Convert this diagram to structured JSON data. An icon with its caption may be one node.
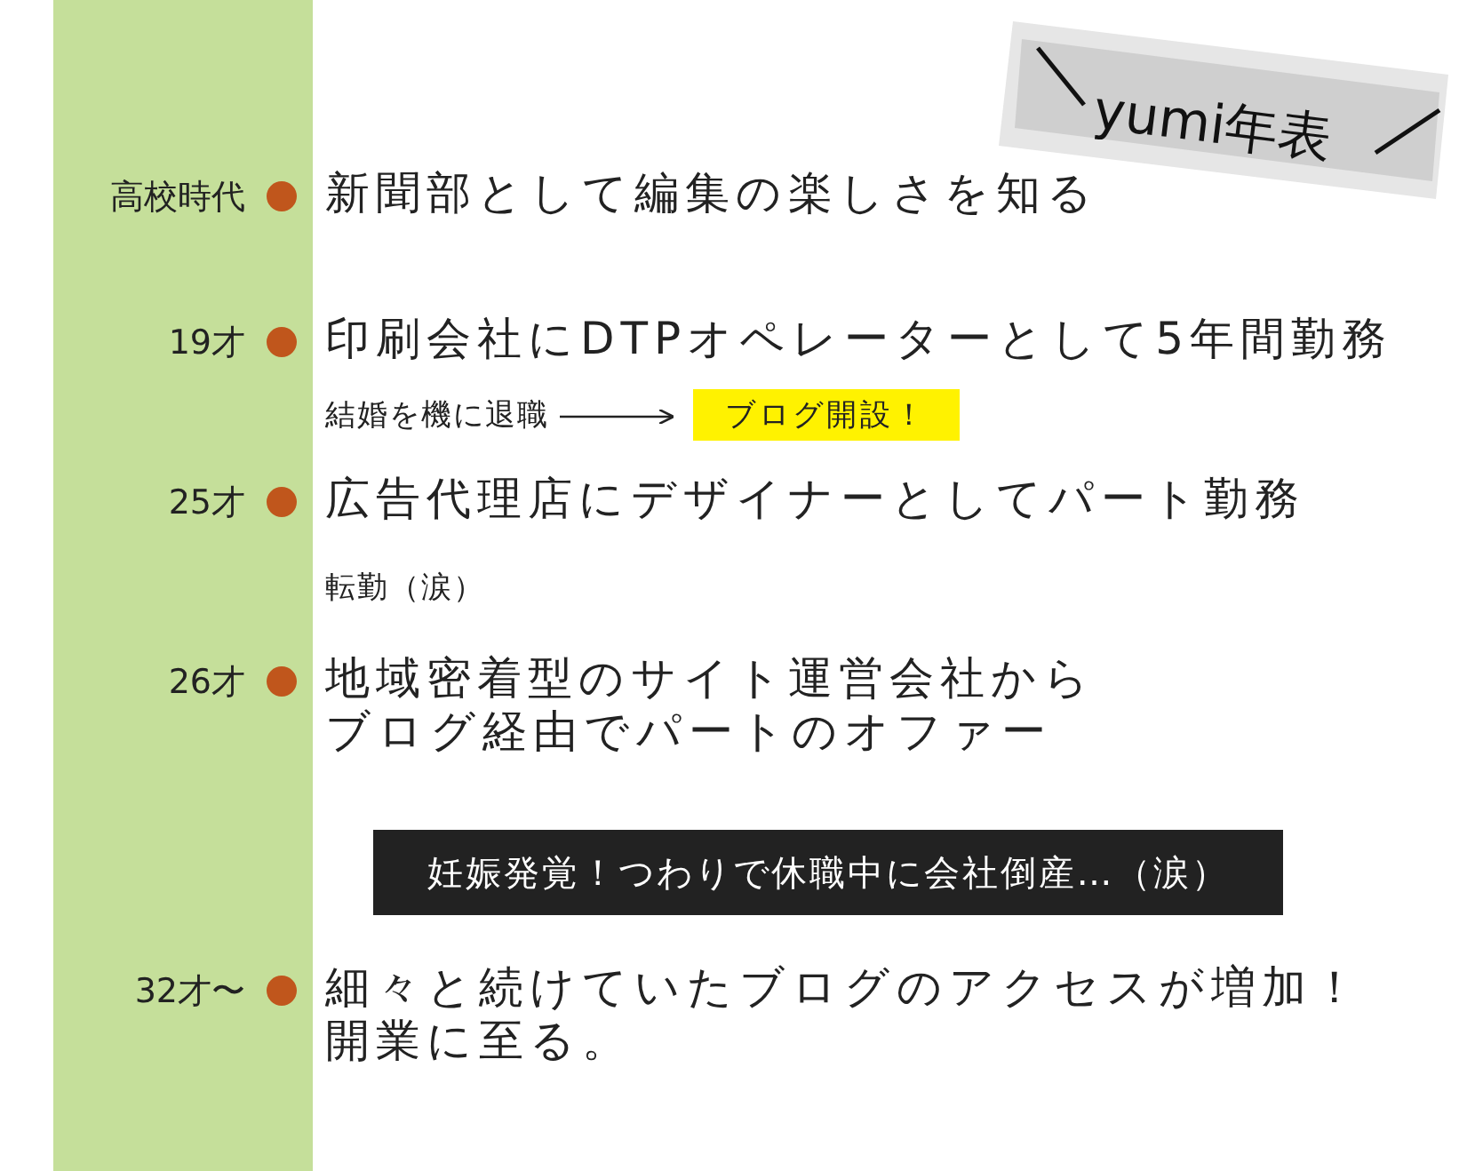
{
  "diagram": {
    "title": "yumi年表",
    "nodes": [
      {
        "text": [
          "結婚を機に退職"
        ]
      },
      {
        "text": [
          "ブログ開設！"
        ]
      },
      {
        "text": [
          "妊娠発覚！つわりで休職中に会社倒産…（涙）"
        ]
      }
    ],
    "edges": [
      {
        "from": 0,
        "to": 1,
        "arrow": "to"
      }
    ],
    "labels": [
      "高校時代",
      "新聞部として編集の楽しさを知る",
      "19才",
      "印刷会社にDTPオペレーターとして5年間勤務",
      "25才",
      "広告代理店にデザイナーとしてパート勤務",
      "転勤（涙）",
      "26才",
      "地域密着型のサイト運営会社からブログ経由でパートのオファー",
      "32才〜",
      "細々と続けていたブログのアクセスが増加！開業に至る。"
    ]
  }
}
